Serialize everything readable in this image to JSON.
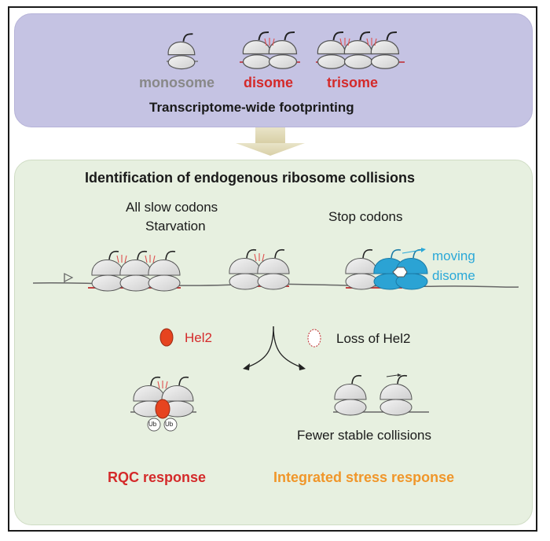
{
  "header": {
    "labels": {
      "monosome": "monosome",
      "disome": "disome",
      "trisome": "trisome"
    },
    "method": "Transcriptome-wide footprinting"
  },
  "main": {
    "title": "Identification of endogenous ribosome collisions",
    "condition_left_line1": "All slow codons",
    "condition_left_line2": "Starvation",
    "condition_right": "Stop codons",
    "moving_line1": "moving",
    "moving_line2": "disome",
    "hel2": "Hel2",
    "loss_hel2": "Loss of Hel2",
    "ub": "Ub",
    "fewer": "Fewer stable collisions",
    "rqc": "RQC response",
    "isr": "Integrated stress response"
  },
  "colors": {
    "grey_text": "#888888",
    "red_text": "#d42a2a",
    "orange_text": "#f0962a",
    "blue_text": "#2aa8d8",
    "hel2_fill": "#e64420",
    "top_panel": "#c5c3e3",
    "bottom_panel": "#e7f0e0"
  },
  "icons": [
    "ribosome-icon",
    "mrna-line",
    "arrow-icon",
    "hel2-icon",
    "ubiquitin-icon",
    "start-flag-icon"
  ]
}
